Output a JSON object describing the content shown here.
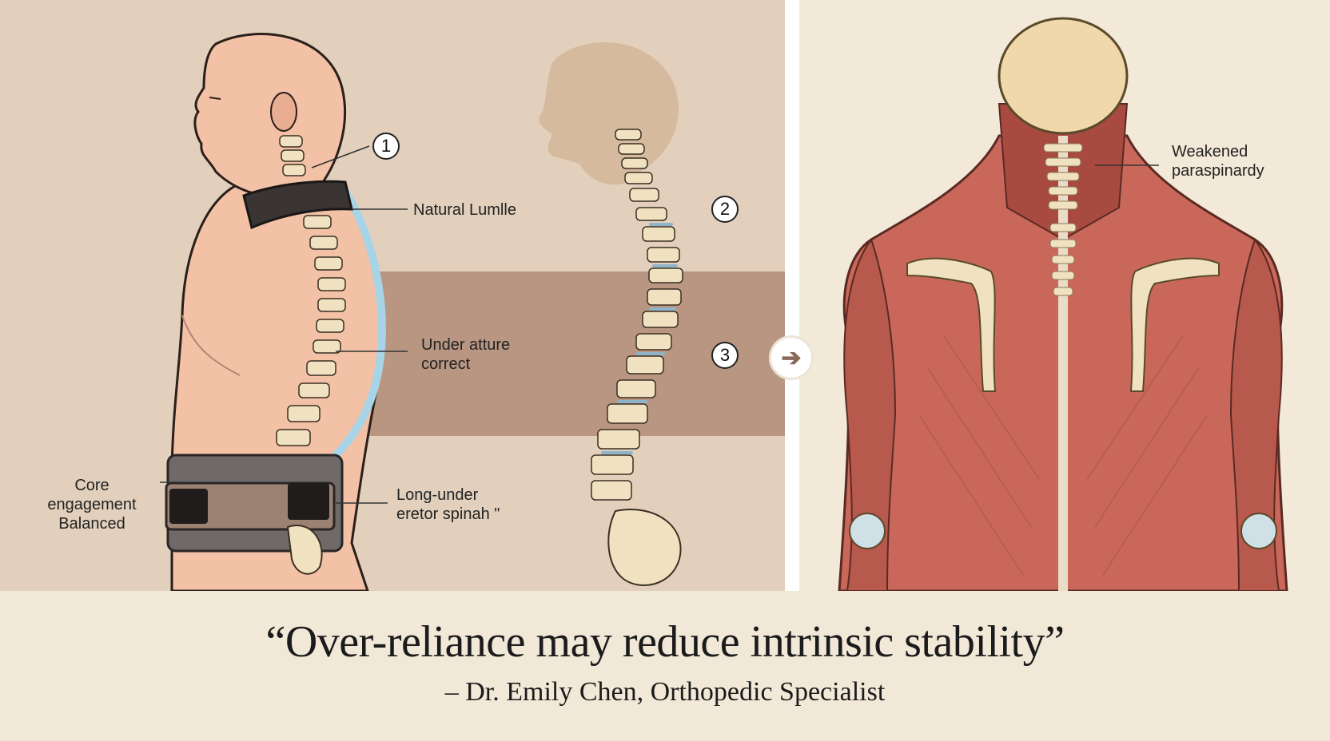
{
  "labels": {
    "natural_lumbar": "Natural Lumlle",
    "under_posture_line1": "Under atture",
    "under_posture_line2": "correct",
    "core_line1": "Core",
    "core_line2": "engagement",
    "core_line3": "Balanced",
    "long_under_line1": "Long-under",
    "long_under_line2": "eretor spinah \"",
    "weakened_line1": "Weakened",
    "weakened_line2": "paraspinardy"
  },
  "markers": {
    "one": "1",
    "two": "2",
    "three": "3"
  },
  "arrow_glyph": "➔",
  "quote": "“Over-reliance may reduce intrinsic stability”",
  "attribution": "– Dr. Emily Chen, Orthopedic Specialist",
  "colors": {
    "background": "#f1e8d8",
    "left_panel": "#e2d0bd",
    "skin": "#f3c1a6",
    "brace": "#3a3533",
    "muscle": "#c9685a",
    "bone": "#f0e2c0",
    "disc": "#8fb3c8"
  }
}
